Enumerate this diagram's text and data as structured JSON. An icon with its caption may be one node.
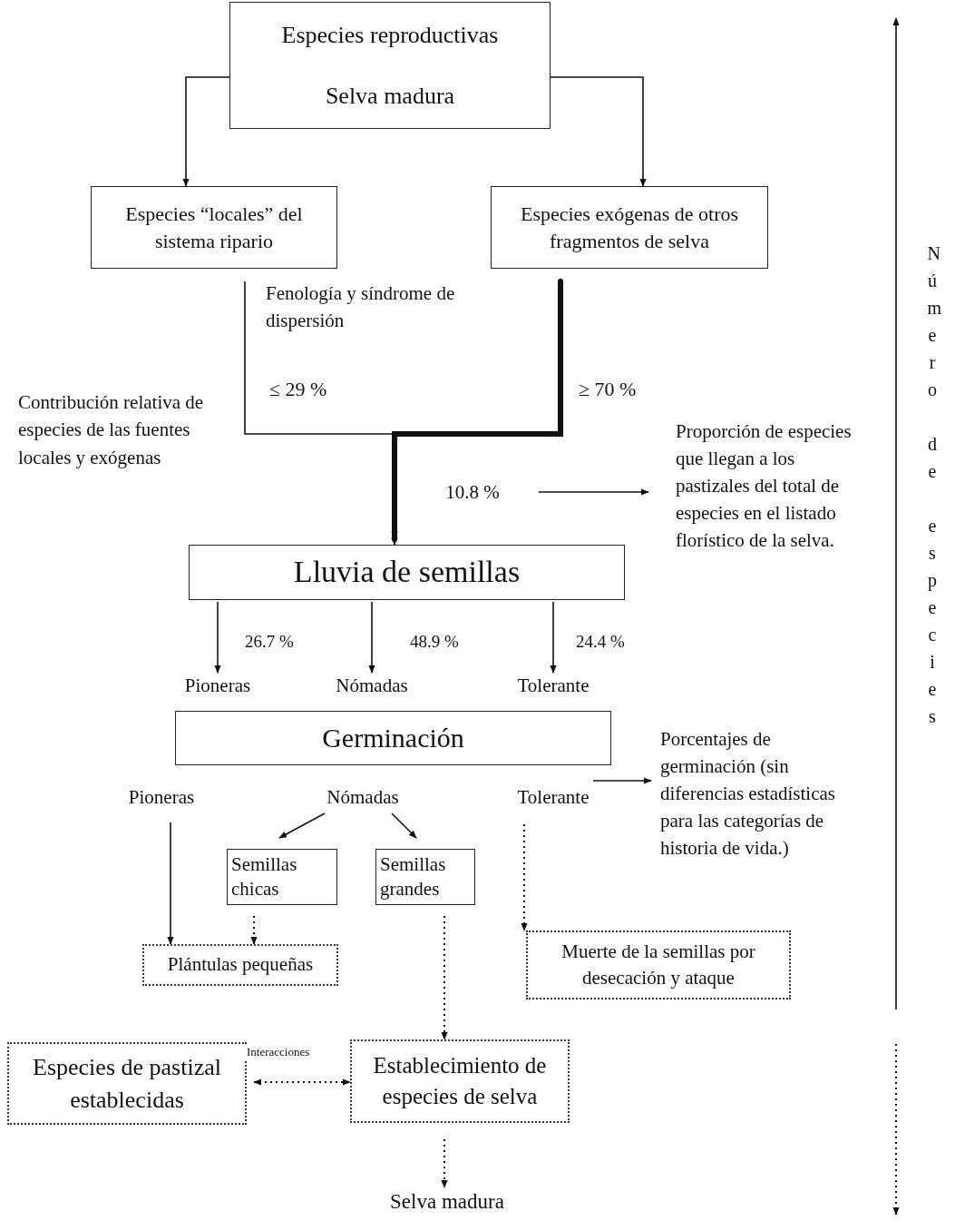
{
  "diagram": {
    "nodes": [
      {
        "text": [
          "Especies reproductivas",
          "Selva madura"
        ]
      },
      {
        "text": [
          "Especies “locales” del sistema ripario"
        ]
      },
      {
        "text": [
          "Especies exógenas de otros fragmentos de selva"
        ]
      },
      {
        "text": [
          "10.8 %"
        ]
      },
      {
        "text": [
          "Proporción de especies que llegan a los pastizales del total de especies en el listado florístico de la selva."
        ]
      },
      {
        "text": [
          "Lluvia de semillas"
        ]
      },
      {
        "text": [
          "Pioneras"
        ]
      },
      {
        "text": [
          "Nómadas"
        ]
      },
      {
        "text": [
          "Tolerante"
        ]
      },
      {
        "text": [
          "Germinación"
        ]
      },
      {
        "text": [
          "Pioneras"
        ]
      },
      {
        "text": [
          "Nómadas"
        ]
      },
      {
        "text": [
          "Tolerante"
        ]
      },
      {
        "text": [
          "Porcentajes de germinación (sin diferencias estadísticas para las categorías de historia de vida.)"
        ]
      },
      {
        "text": [
          "Semillas chicas"
        ]
      },
      {
        "text": [
          "Semillas grandes"
        ]
      },
      {
        "text": [
          "Plántulas pequeñas"
        ]
      },
      {
        "text": [
          "Muerte de la semillas por desecación y ataque"
        ]
      },
      {
        "text": [
          "Especies de pastizal establecidas"
        ]
      },
      {
        "text": [
          "Establecimiento de especies de selva"
        ]
      },
      {
        "text": [
          "Selva madura"
        ]
      }
    ],
    "edges": [
      {
        "from": 0,
        "to": 1,
        "arrow": "to"
      },
      {
        "from": 0,
        "to": 2,
        "arrow": "to"
      },
      {
        "from": 1,
        "to": 5,
        "arrow": "to",
        "label": "≤ 29 %"
      },
      {
        "from": 2,
        "to": 5,
        "arrow": "to",
        "label": "≥ 70 %",
        "style": "thick"
      },
      {
        "from": 3,
        "to": 4,
        "arrow": "to"
      },
      {
        "from": 5,
        "to": 6,
        "arrow": "to",
        "label": "26.7 %"
      },
      {
        "from": 5,
        "to": 7,
        "arrow": "to",
        "label": "48.9 %"
      },
      {
        "from": 5,
        "to": 8,
        "arrow": "to",
        "label": "24.4 %"
      },
      {
        "from": 12,
        "to": 13,
        "arrow": "to"
      },
      {
        "from": 11,
        "to": 14,
        "arrow": "to"
      },
      {
        "from": 11,
        "to": 15,
        "arrow": "to"
      },
      {
        "from": 10,
        "to": 16,
        "arrow": "to"
      },
      {
        "from": 14,
        "to": 16,
        "arrow": "to",
        "style": "dashed"
      },
      {
        "from": 12,
        "to": 17,
        "arrow": "to",
        "style": "dashed"
      },
      {
        "from": 15,
        "to": 19,
        "arrow": "to",
        "style": "dashed"
      },
      {
        "from": 18,
        "to": 19,
        "arrow": "both",
        "style": "dashed",
        "label": "Interacciones"
      },
      {
        "from": 19,
        "to": 20,
        "arrow": "to",
        "style": "dashed"
      }
    ],
    "labels": [
      "Fenología y síndrome de dispersión",
      "Contribución relativa de especies de las fuentes locales y exógenas",
      "Número de especies"
    ]
  }
}
